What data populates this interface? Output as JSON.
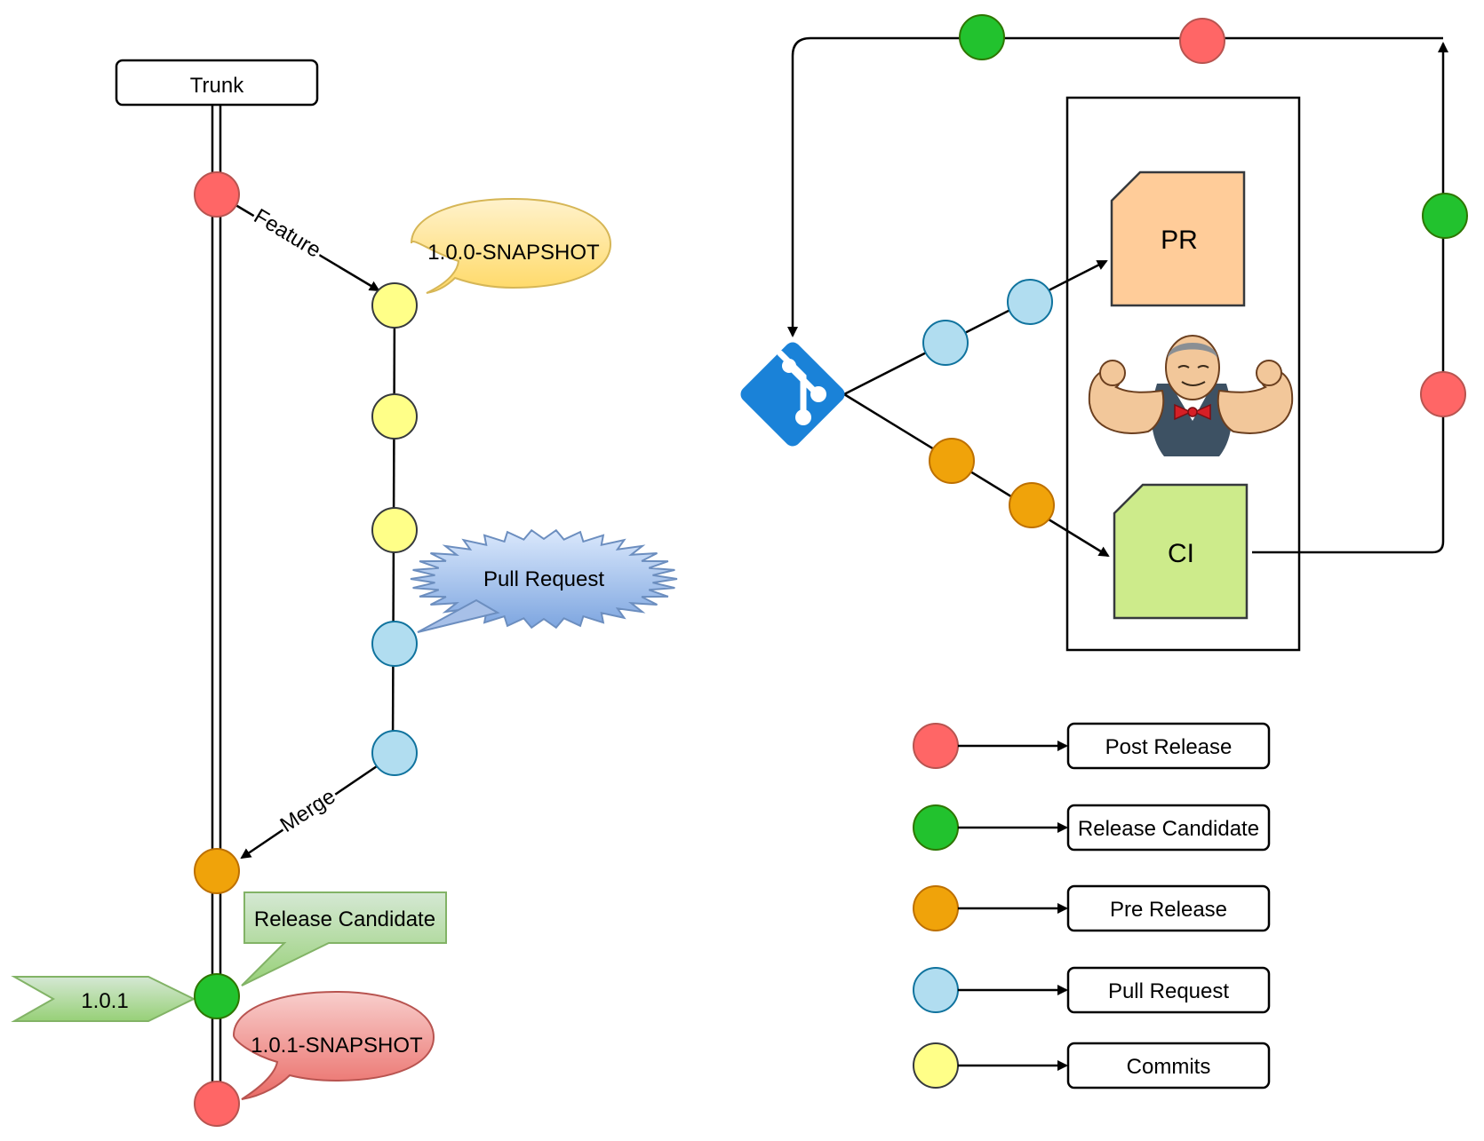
{
  "colors": {
    "post_release": "#ff6666",
    "release_candidate": "#22c22e",
    "pre_release": "#f0a30a",
    "pull_request": "#b1ddf0",
    "commits": "#ffff88",
    "pr_box": "#ffcc99",
    "ci_box": "#cdeb8b",
    "git_logo": "#1a82d8",
    "snapshot_bubble": "#fff2cc",
    "pull_request_burst": "#a9c4eb",
    "release_tag": "#d5e8d4",
    "snapshot_red_bubble": "#f8cecc"
  },
  "left_flow": {
    "trunk_label": "Trunk",
    "feature_label": "Feature",
    "merge_label": "Merge",
    "callouts": {
      "snapshot_1": "1.0.0-SNAPSHOT",
      "pull_request": "Pull Request",
      "release_candidate": "Release Candidate",
      "version_tag": "1.0.1",
      "snapshot_2": "1.0.1-SNAPSHOT"
    }
  },
  "right_flow": {
    "pr_label": "PR",
    "ci_label": "CI",
    "icons": [
      "git-logo-icon",
      "jenkins-mascot-icon"
    ]
  },
  "legend": [
    {
      "label": "Post Release",
      "color": "#ff6666"
    },
    {
      "label": "Release Candidate",
      "color": "#22c22e"
    },
    {
      "label": "Pre Release",
      "color": "#f0a30a"
    },
    {
      "label": "Pull Request",
      "color": "#b1ddf0"
    },
    {
      "label": "Commits",
      "color": "#ffff88"
    }
  ]
}
